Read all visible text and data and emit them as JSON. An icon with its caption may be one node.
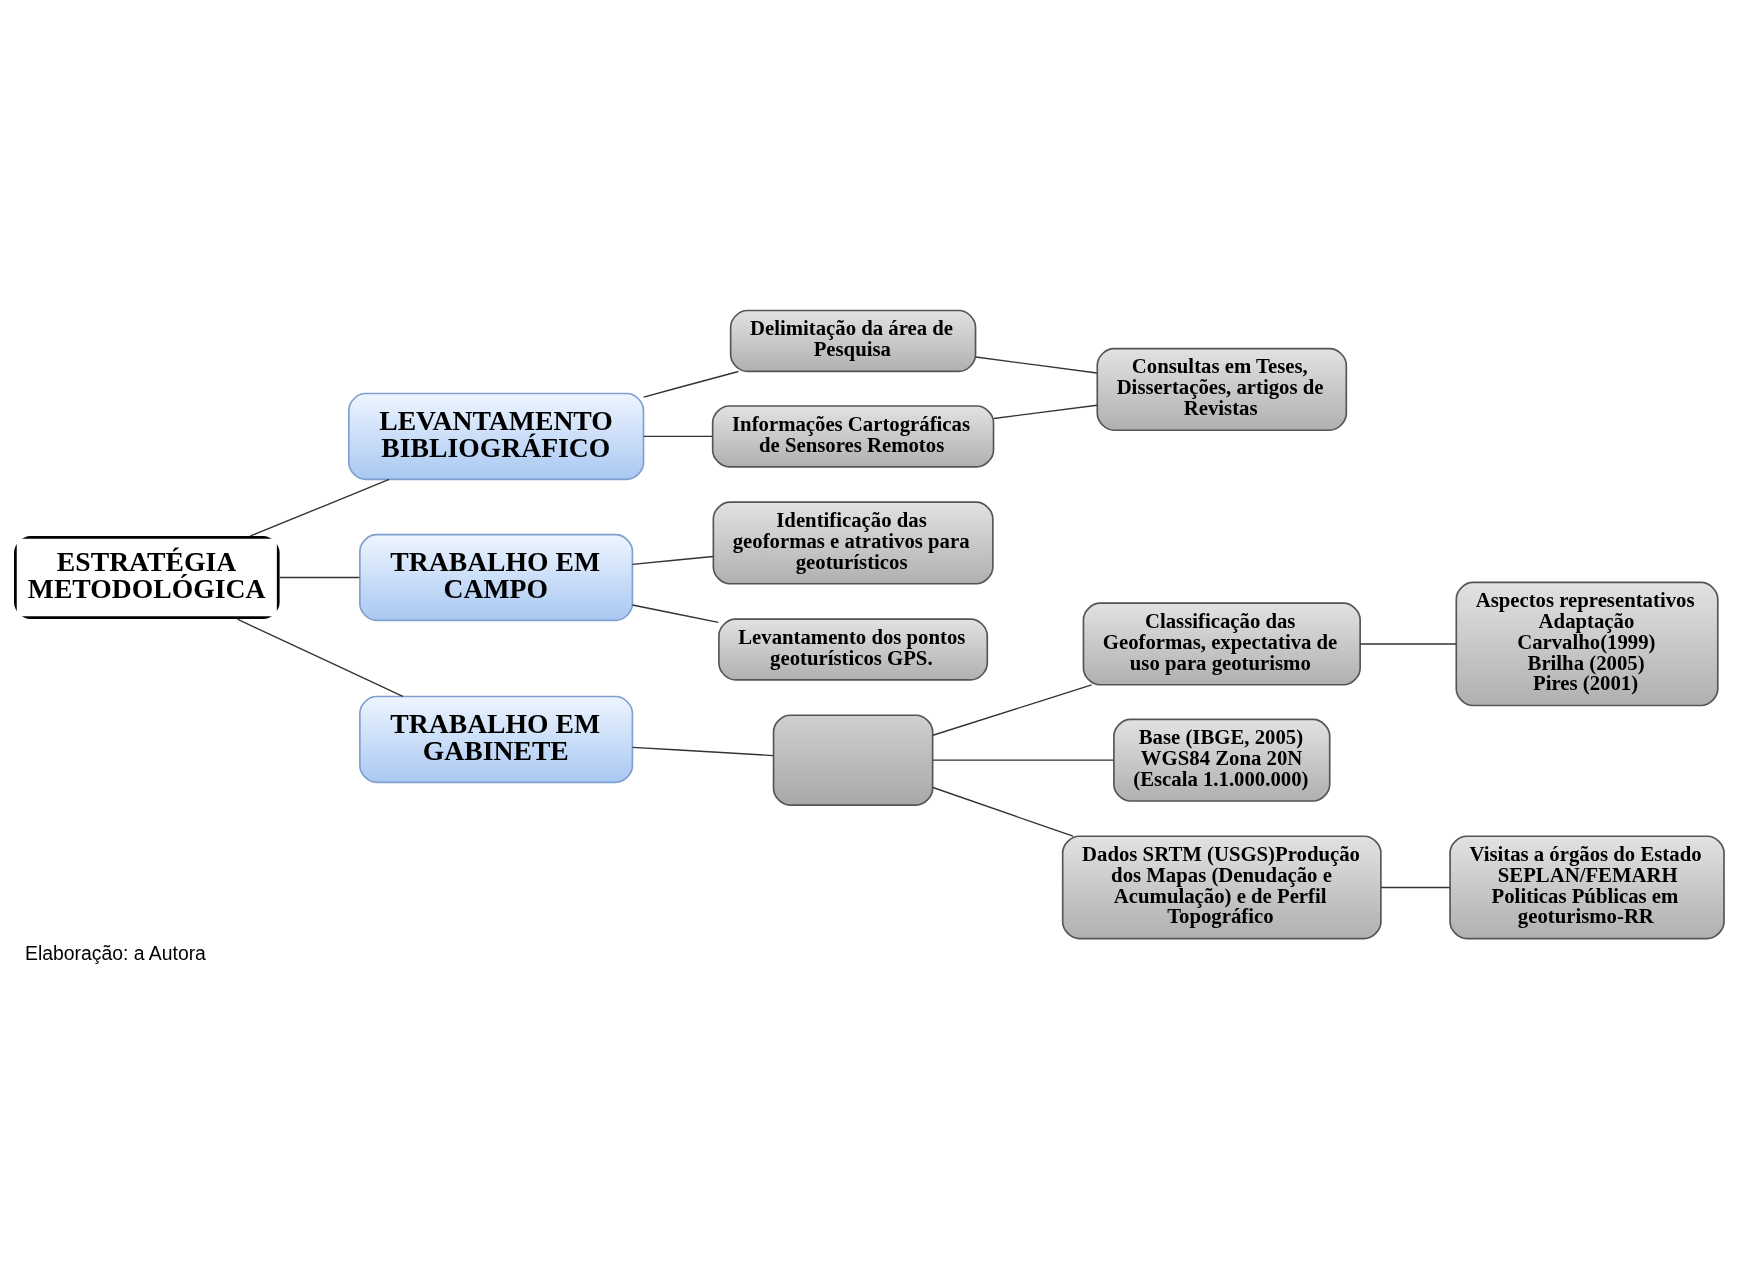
{
  "diagram": {
    "caption": "Elaboração: a Autora",
    "nodes": [
      {
        "text": [
          "ESTRATÉGIA METODOLÓGICA"
        ]
      },
      {
        "text": [
          "LEVANTAMENTO BIBLIOGRÁFICO"
        ]
      },
      {
        "text": [
          "Delimitação da área de Pesquisa"
        ]
      },
      {
        "text": [
          "Informações Cartográficas de Sensores Remotos"
        ]
      },
      {
        "text": [
          "Consultas em Teses, Dissertações, artigos de Revistas"
        ]
      },
      {
        "text": [
          "TRABALHO EM CAMPO"
        ]
      },
      {
        "text": [
          "Identificação das geoformas e atrativos para geoturísticos"
        ]
      },
      {
        "text": [
          "Levantamento dos pontos geoturísticos GPS."
        ]
      },
      {
        "text": [
          "TRABALHO EM GABINETE"
        ]
      },
      {
        "text": [],
        "shape": "box"
      },
      {
        "text": [
          "Classificação das Geoformas, expectativa de uso para geoturismo"
        ]
      },
      {
        "text": [
          "Aspectos representativos",
          "Adaptação",
          "Carvalho(1999)",
          "Brilha (2005)",
          "Pires (2001)"
        ]
      },
      {
        "text": [
          "Base (IBGE, 2005)",
          "WGS84 Zona 20N",
          "(Escala 1.1.000.000)"
        ]
      },
      {
        "text": [
          "Dados SRTM (USGS)Produção dos Mapas (Denudação e Acumulação) e de Perfil Topográfico"
        ]
      },
      {
        "text": [
          "Visitas a órgãos do Estado SEPLAN/FEMARH",
          "Politicas Públicas em geoturismo-RR"
        ]
      }
    ],
    "edges": [
      {
        "from": 0,
        "to": 1,
        "arrow": "none"
      },
      {
        "from": 0,
        "to": 5,
        "arrow": "none"
      },
      {
        "from": 0,
        "to": 8,
        "arrow": "none"
      },
      {
        "from": 1,
        "to": 2,
        "arrow": "none"
      },
      {
        "from": 1,
        "to": 3,
        "arrow": "none"
      },
      {
        "from": 2,
        "to": 4,
        "arrow": "none"
      },
      {
        "from": 3,
        "to": 4,
        "arrow": "none"
      },
      {
        "from": 5,
        "to": 6,
        "arrow": "none"
      },
      {
        "from": 5,
        "to": 7,
        "arrow": "none"
      },
      {
        "from": 8,
        "to": 9,
        "arrow": "none"
      },
      {
        "from": 9,
        "to": 10,
        "arrow": "none"
      },
      {
        "from": 9,
        "to": 12,
        "arrow": "none"
      },
      {
        "from": 9,
        "to": 13,
        "arrow": "none"
      },
      {
        "from": 10,
        "to": 11,
        "arrow": "none"
      },
      {
        "from": 13,
        "to": 14,
        "arrow": "none"
      }
    ]
  }
}
